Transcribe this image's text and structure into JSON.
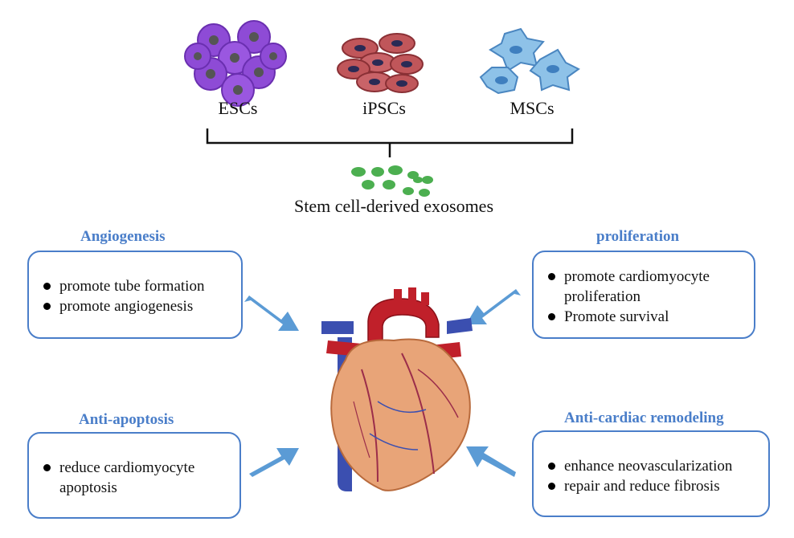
{
  "cell_sources": [
    {
      "label": "ESCs"
    },
    {
      "label": "iPSCs"
    },
    {
      "label": "MSCs"
    }
  ],
  "exosomes_label": "Stem cell-derived exosomes",
  "effects": {
    "angiogenesis": {
      "title": "Angiogenesis",
      "items": [
        "promote tube formation",
        "promote angiogenesis"
      ]
    },
    "proliferation": {
      "title": "proliferation",
      "items": [
        "promote cardiomyocyte proliferation",
        "Promote survival"
      ]
    },
    "anti_apoptosis": {
      "title": "Anti-apoptosis",
      "items": [
        "reduce cardiomyocyte apoptosis"
      ]
    },
    "anti_remodeling": {
      "title": "Anti-cardiac remodeling",
      "items": [
        "enhance neovascularization",
        "repair and reduce fibrosis"
      ]
    }
  },
  "colors": {
    "accent": "#4a7ec9",
    "arrow": "#5b9bd5",
    "esc_cell": "#8e4bd6",
    "ipsc_cell": "#c0565a",
    "msc_cell": "#8ec2e8",
    "exosome": "#4caf50",
    "heart": "#e8a478",
    "aorta": "#c0202a",
    "vena": "#3b4fb0"
  }
}
